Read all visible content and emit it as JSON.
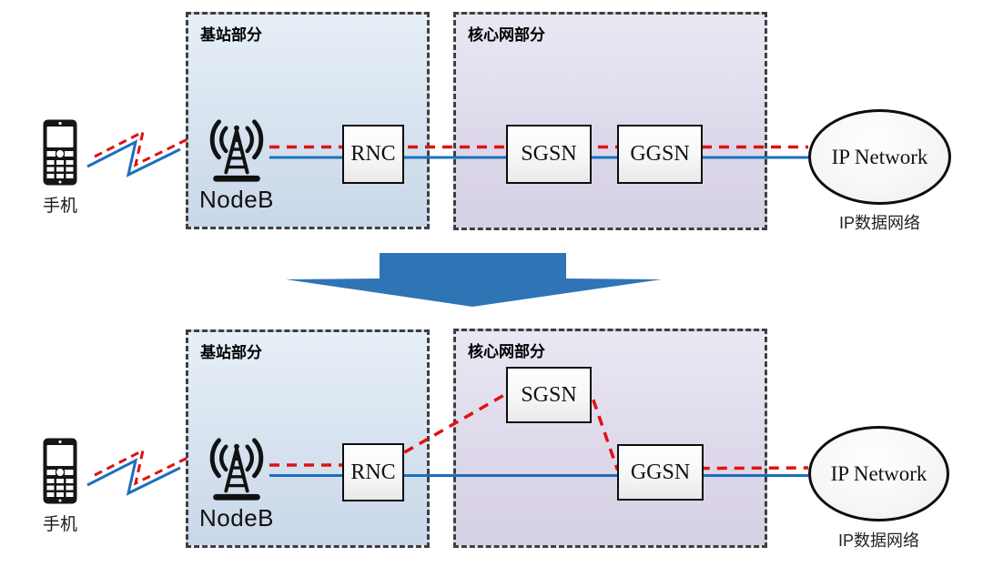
{
  "labels": {
    "phone": "手机",
    "base_station_region": "基站部分",
    "core_network_region": "核心网部分",
    "nodeb": "NodeB",
    "rnc": "RNC",
    "sgsn": "SGSN",
    "ggsn": "GGSN",
    "ip_network": "IP Network",
    "ip_network_caption": "IP数据网络"
  },
  "colors": {
    "signal_red": "#e01212",
    "data_blue": "#1b70bd",
    "arrow_blue": "#2f74b5",
    "region_border": "#3f3f3f",
    "base_station_fill_top": "#e7eff7",
    "base_station_fill_bottom": "#c9d7e9",
    "core_network_fill_top": "#eae7f3",
    "core_network_fill_bottom": "#d5d0e3",
    "icon_black": "#161616"
  }
}
